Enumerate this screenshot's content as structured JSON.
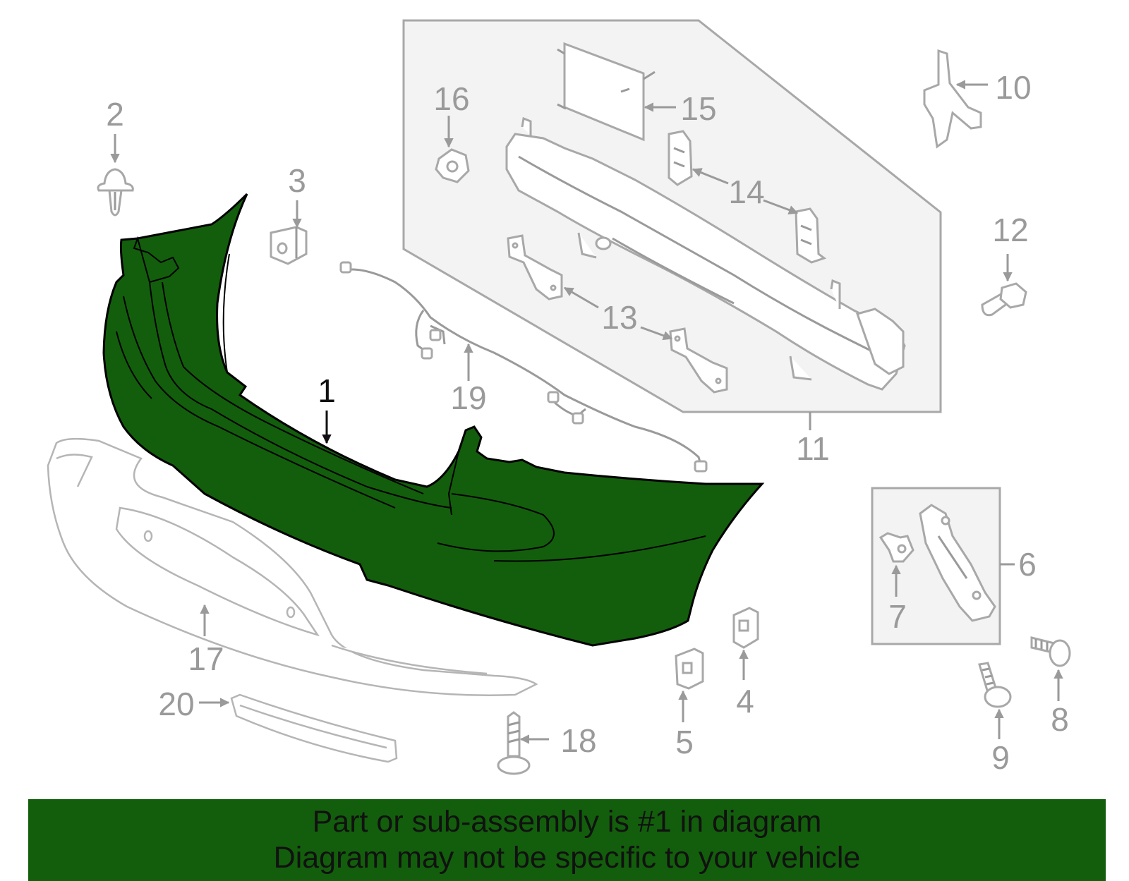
{
  "colors": {
    "highlight_part": "#135e0c",
    "banner_background": "#135e0c",
    "callout_text": "#9a9a9a",
    "main_callout_text": "#111111",
    "part_outline": "#a8a8a8",
    "sub_assembly_box": "#f3f3f3"
  },
  "callouts": {
    "c1": "1",
    "c2": "2",
    "c3": "3",
    "c4": "4",
    "c5": "5",
    "c6": "6",
    "c7": "7",
    "c8": "8",
    "c9": "9",
    "c10": "10",
    "c11": "11",
    "c12": "12",
    "c13": "13",
    "c14": "14",
    "c15": "15",
    "c16": "16",
    "c17": "17",
    "c18": "18",
    "c19": "19",
    "c20": "20"
  },
  "banner": {
    "line1": "Part or sub-assembly is #1 in diagram",
    "line2": "Diagram may not be specific to your vehicle"
  }
}
